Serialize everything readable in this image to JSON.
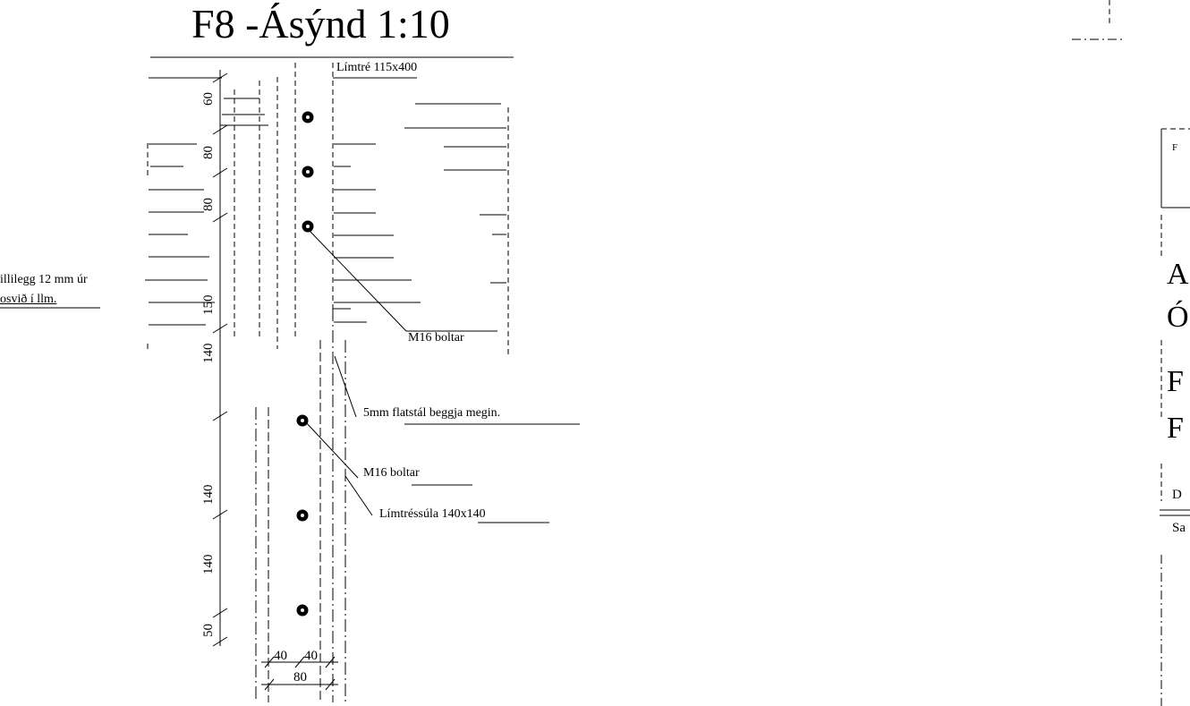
{
  "drawing": {
    "title": "F8 -Ásýnd 1:10",
    "labels": {
      "limtre_top": "Límtré 115x400",
      "steel_plate_line1": "illilegg 12 mm úr",
      "steel_plate_line2": "osvið  í llm.",
      "bolts_upper": "M16 boltar",
      "flat_steel": "5mm flatstál beggja megin.",
      "bolts_lower": "M16 boltar",
      "column": "Límtréssúla 140x140"
    },
    "dimensions": {
      "d60": "60",
      "d80a": "80",
      "d80b": "80",
      "d150": "150",
      "d140a": "140",
      "d140b": "140",
      "d140c": "140",
      "d50": "50",
      "d40a": "40",
      "d40b": "40",
      "d80c": "80"
    }
  },
  "title_block": {
    "line_a": "A",
    "line_o": "Ó",
    "line_f1": "F",
    "line_f2": "F",
    "line_d": "D",
    "line_s": "Sa",
    "header": "F"
  }
}
